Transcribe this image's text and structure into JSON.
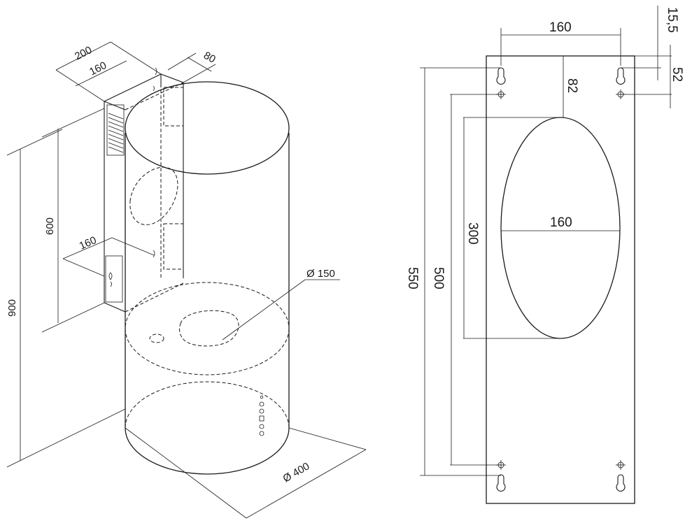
{
  "left_view": {
    "dims": {
      "width_200": "200",
      "width_160_top": "160",
      "depth_80": "80",
      "height_600": "600",
      "width_160_bottom": "160",
      "height_900": "900",
      "outlet_dia": "Ø 150",
      "body_dia": "Ø 400"
    }
  },
  "right_view": {
    "dims": {
      "hole_spacing_160": "160",
      "offset_15_5": "15,5",
      "offset_52": "52",
      "offset_82": "82",
      "cutout_width_160": "160",
      "cutout_height_300": "300",
      "hole_spacing_500": "500",
      "plate_height_550": "550"
    }
  }
}
